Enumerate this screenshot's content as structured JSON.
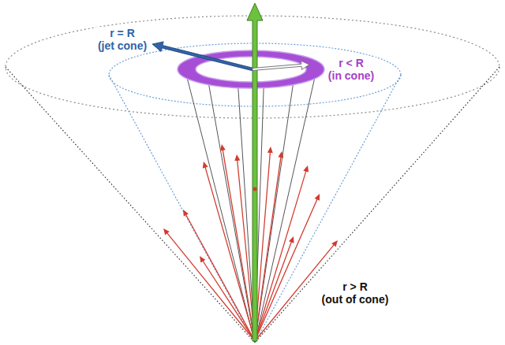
{
  "diagram": {
    "labels": [
      "r = R (jet cone)",
      "r < R (in cone)",
      "r > R (out of cone)"
    ]
  }
}
